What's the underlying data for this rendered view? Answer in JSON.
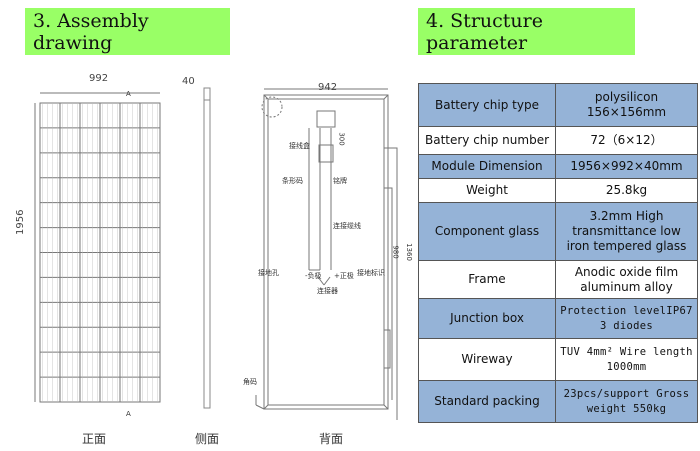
{
  "sections": {
    "assembly_title": "3. Assembly drawing",
    "structure_title": "4. Structure parameter"
  },
  "drawing": {
    "front_label": "正面",
    "side_label": "侧面",
    "back_label": "背面",
    "width_dim": "992",
    "height_dim": "1956",
    "thickness_dim": "40",
    "back_width_dim": "942",
    "mount_dim_long": "1360",
    "mount_dim_short": "980",
    "jbox_dim": "300",
    "section_mark": "A",
    "callouts": {
      "junction_box": "接线盒",
      "barcode": "条形码",
      "nameplate": "铭牌",
      "cable": "连接缆线",
      "ground_hole": "接地孔",
      "ground_mark": "接地标识",
      "negative": "-负极",
      "positive": "+正极",
      "connector": "连接器",
      "corner": "角码"
    }
  },
  "table": {
    "rows": [
      {
        "key": "Battery chip type",
        "value": "polysilicon 156×156mm",
        "shade": "blue"
      },
      {
        "key": "Battery chip number",
        "value": "72（6×12）",
        "shade": "white"
      },
      {
        "key": "Module Dimension",
        "value": "1956×992×40mm",
        "shade": "blue"
      },
      {
        "key": "Weight",
        "value": "25.8kg",
        "shade": "white"
      },
      {
        "key": "Component glass",
        "value": "3.2mm  High transmittance low iron tempered glass",
        "shade": "blue"
      },
      {
        "key": "Frame",
        "value": "Anodic oxide film aluminum alloy",
        "shade": "white"
      },
      {
        "key": "Junction box",
        "value": "Protection levelIP67 3 diodes",
        "shade": "blue"
      },
      {
        "key": "Wireway",
        "value": "TUV 4mm² Wire length 1000mm",
        "shade": "white"
      },
      {
        "key": "Standard packing",
        "value": "23pcs/support Gross weight 550kg",
        "shade": "blue"
      }
    ]
  },
  "colors": {
    "header_bg": "#99ff66",
    "row_blue": "#95b3d7"
  }
}
